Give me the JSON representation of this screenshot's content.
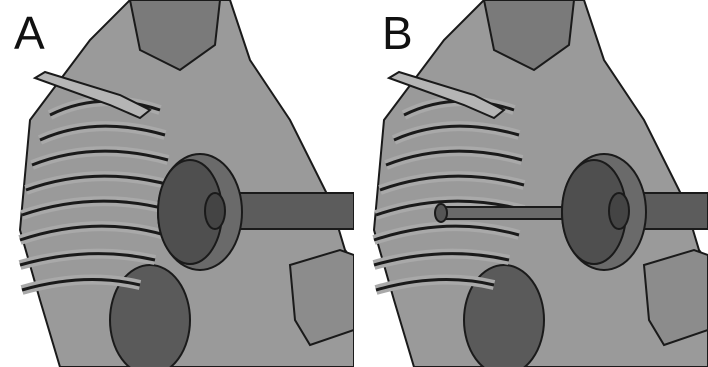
{
  "panels": [
    {
      "label": "A",
      "impactor_phase": "contact"
    },
    {
      "label": "B",
      "impactor_phase": "penetration"
    }
  ],
  "colors": {
    "skin": "#9a9a9a",
    "skin_dark": "#7a7a7a",
    "bone": "#a9a9a9",
    "bone_dark": "#6e6e6e",
    "organ": "#5a5a5a",
    "impactor": "#5c5c5c",
    "outline": "#1a1a1a"
  }
}
